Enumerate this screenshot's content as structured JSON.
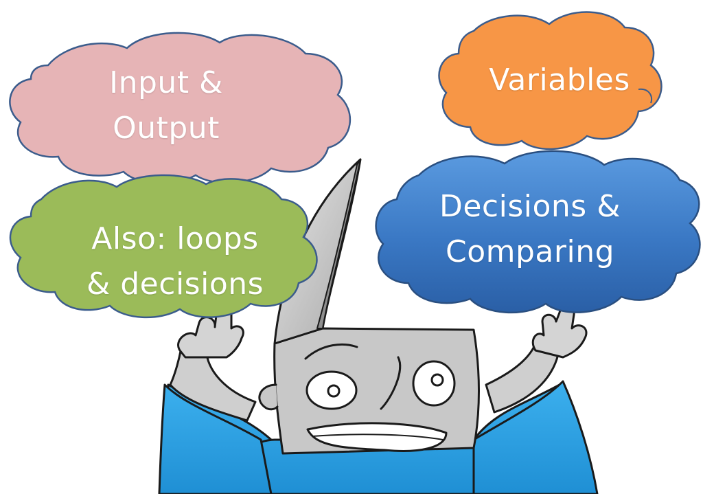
{
  "clouds": {
    "input_output": {
      "line1": "Input &",
      "line2": "Output",
      "color": "#e6b4b6"
    },
    "variables": {
      "line1": "Variables",
      "color": "#f79646"
    },
    "decisions": {
      "line1": "Decisions &",
      "line2": "Comparing",
      "color": "#3d7bc6"
    },
    "loops": {
      "line1": "Also: loops",
      "line2": "& decisions",
      "color": "#9bbb59"
    }
  },
  "figure": {
    "shirt_color": "#2ba0e3",
    "face_color": "#c9c9c9",
    "icon": "open-head-cartoon-character"
  }
}
